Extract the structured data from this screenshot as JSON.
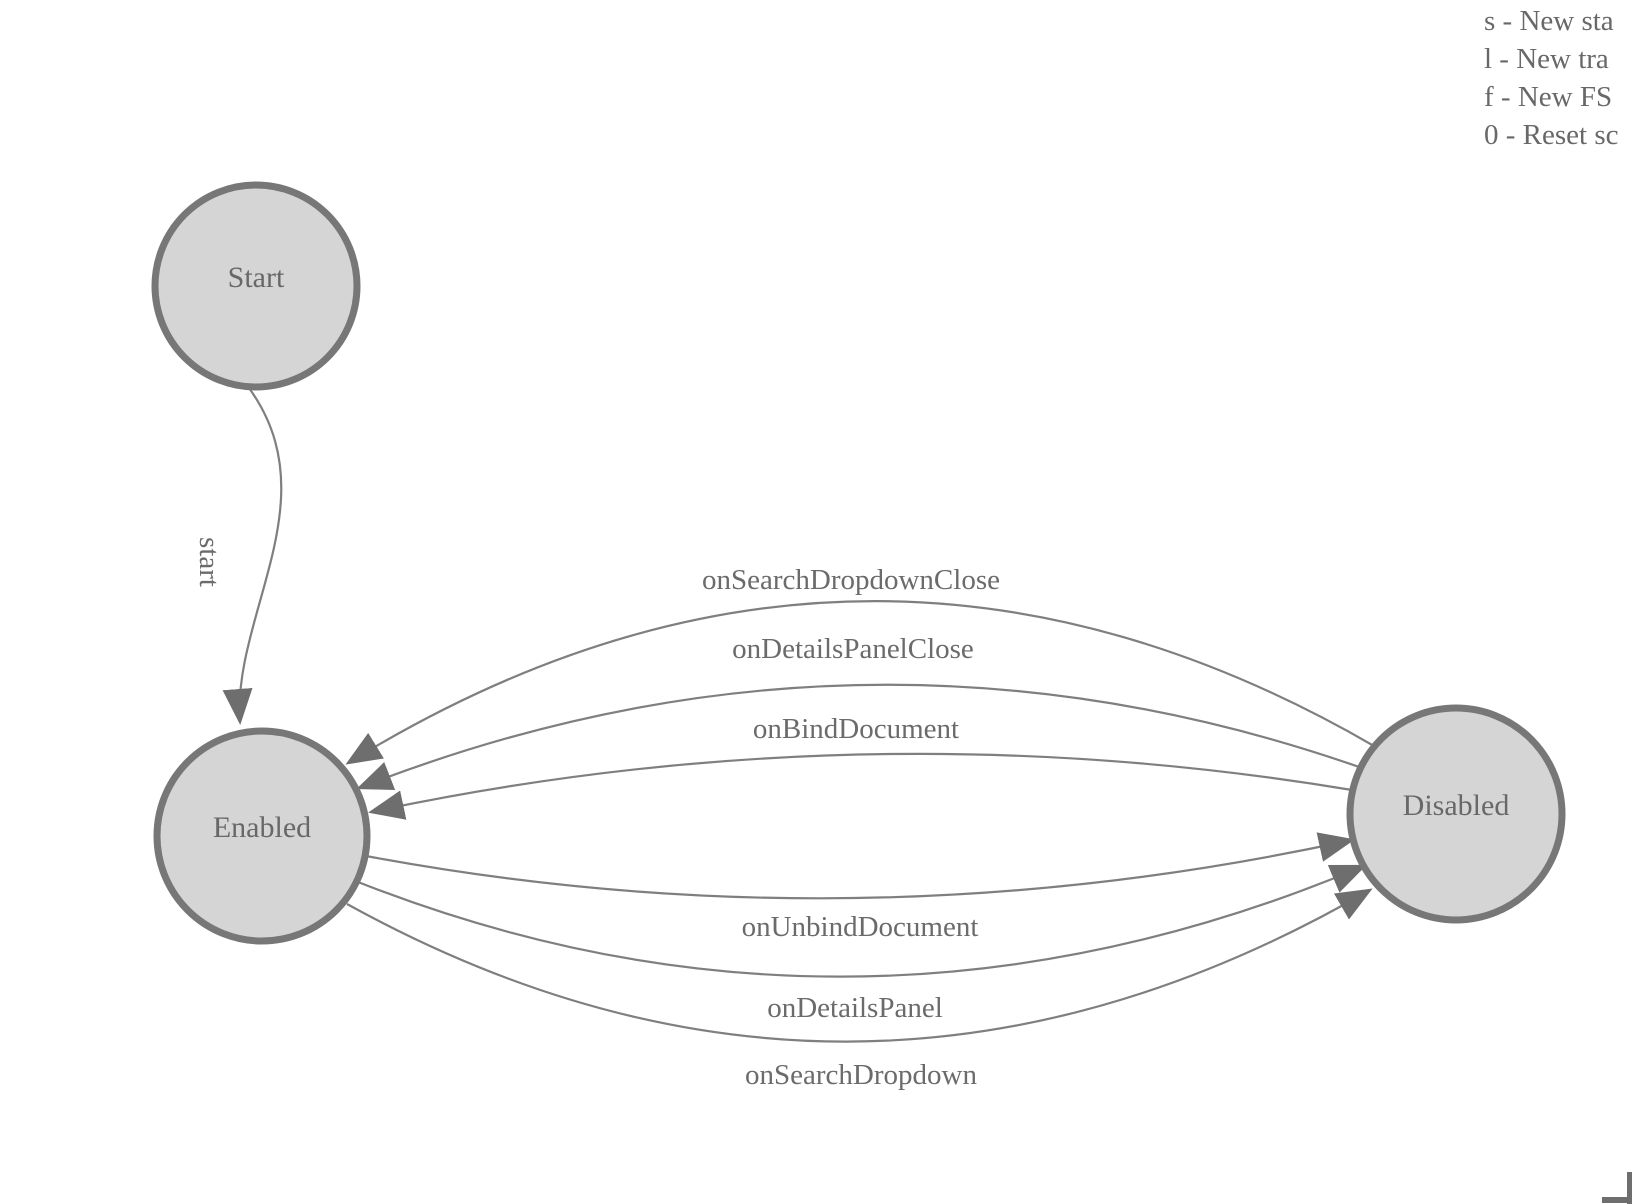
{
  "legend": {
    "lines": [
      "s - New sta",
      "l - New tra",
      "f - New FS",
      "0 - Reset sc"
    ]
  },
  "nodes": {
    "start": {
      "label": "Start"
    },
    "enabled": {
      "label": "Enabled"
    },
    "disabled": {
      "label": "Disabled"
    }
  },
  "edges": {
    "start": {
      "label": "start",
      "from": "Start",
      "to": "Enabled"
    },
    "disabled_to_enabled": [
      {
        "label": "onSearchDropdownClose",
        "from": "Disabled",
        "to": "Enabled"
      },
      {
        "label": "onDetailsPanelClose",
        "from": "Disabled",
        "to": "Enabled"
      },
      {
        "label": "onBindDocument",
        "from": "Disabled",
        "to": "Enabled"
      }
    ],
    "enabled_to_disabled": [
      {
        "label": "onUnbindDocument",
        "from": "Enabled",
        "to": "Disabled"
      },
      {
        "label": "onDetailsPanel",
        "from": "Enabled",
        "to": "Disabled"
      },
      {
        "label": "onSearchDropdown",
        "from": "Enabled",
        "to": "Disabled"
      }
    ]
  },
  "colors": {
    "state_fill": "#d5d5d5",
    "state_stroke": "#777777",
    "edge_stroke": "#7f7f7f",
    "arrowhead": "#6e6e6e",
    "text": "#686868",
    "scrollbar": "#6e6e6e",
    "background": "#ffffff"
  }
}
